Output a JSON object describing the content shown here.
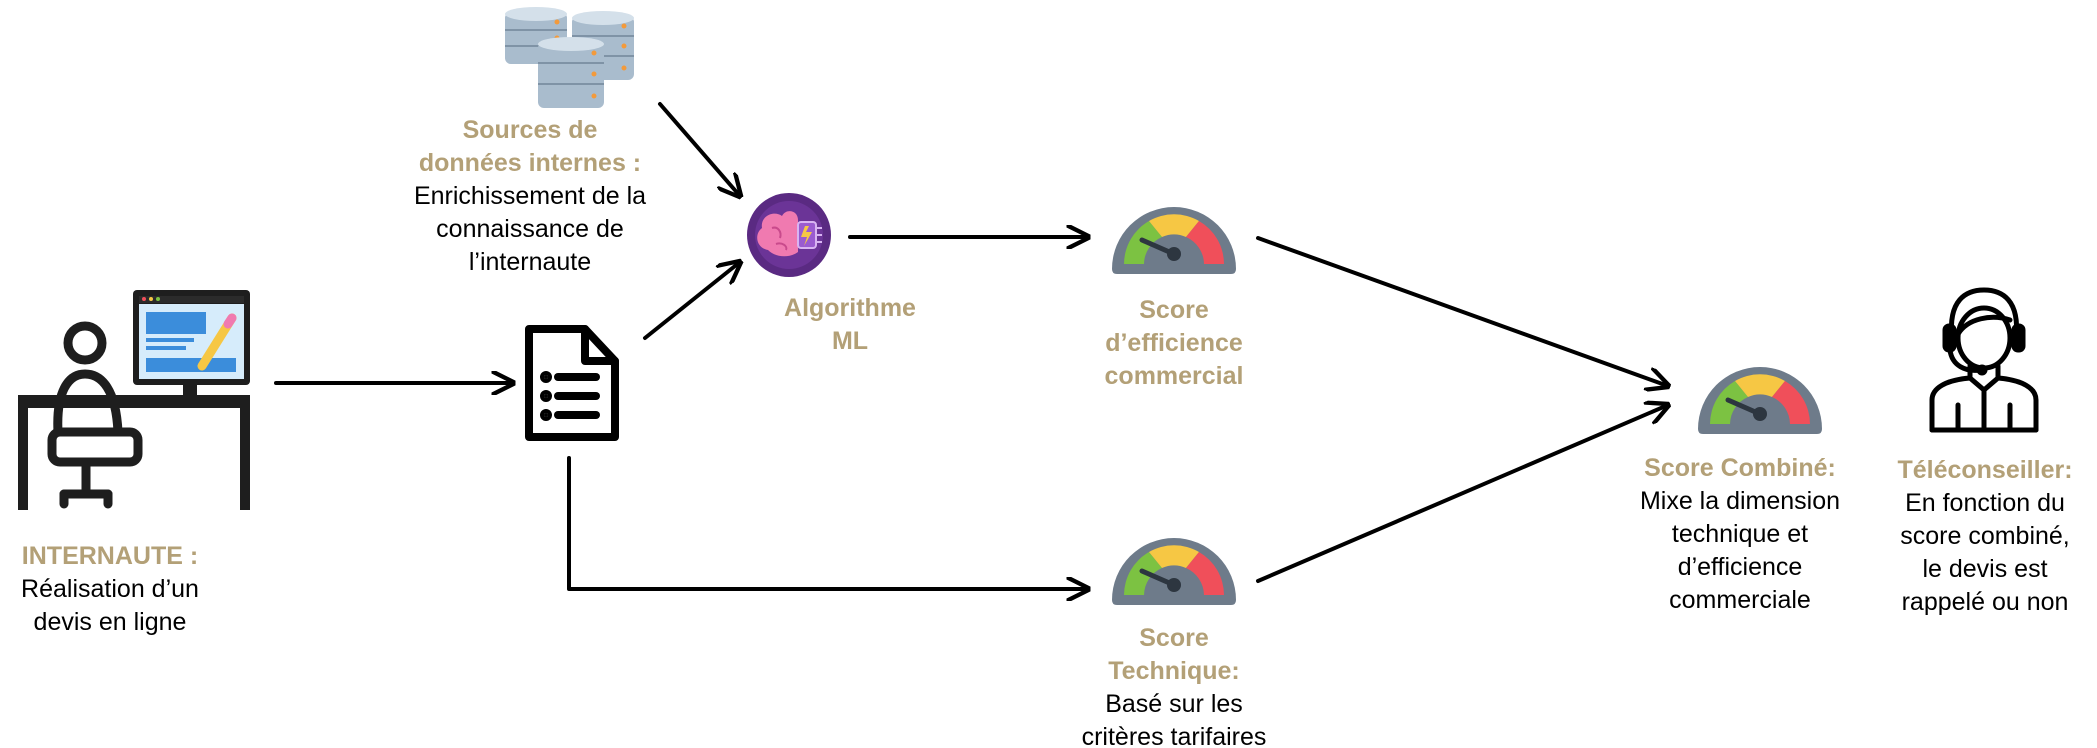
{
  "colors": {
    "accent": "#b3a077",
    "text": "#000000",
    "arrow": "#000000",
    "gauge_green": "#7cc242",
    "gauge_yellow": "#f6c744",
    "gauge_red": "#f04f5a",
    "gauge_body": "#6e7b8a",
    "brain_bg": "#5a2a82",
    "brain_pink": "#f07ab0"
  },
  "nodes": {
    "internaute": {
      "icon": "person-at-computer-icon",
      "title": "INTERNAUTE :",
      "desc1": "Réalisation d’un",
      "desc2": "devis en ligne"
    },
    "document": {
      "icon": "document-list-icon"
    },
    "sources": {
      "icon": "database-servers-icon",
      "title1": "Sources de",
      "title2": "données internes :",
      "desc1": "Enrichissement de la",
      "desc2": "connaissance de",
      "desc3": "l’internaute"
    },
    "algorithme": {
      "icon": "brain-chip-icon",
      "title1": "Algorithme",
      "title2": "ML"
    },
    "score_efficience": {
      "icon": "gauge-icon",
      "title1": "Score",
      "title2": "d’efficience",
      "title3": "commercial"
    },
    "score_technique": {
      "icon": "gauge-icon",
      "title1": "Score",
      "title2": "Technique:",
      "desc1": "Basé sur les",
      "desc2": "critères tarifaires"
    },
    "score_combine": {
      "icon": "gauge-icon",
      "title": "Score Combiné:",
      "desc1": "Mixe la dimension",
      "desc2": "technique et",
      "desc3": "d’efficience",
      "desc4": "commerciale"
    },
    "teleconseiller": {
      "icon": "headset-agent-icon",
      "title": "Téléconseiller:",
      "desc1": "En fonction du",
      "desc2": "score combiné,",
      "desc3": "le devis est",
      "desc4": "rappelé ou non"
    }
  }
}
